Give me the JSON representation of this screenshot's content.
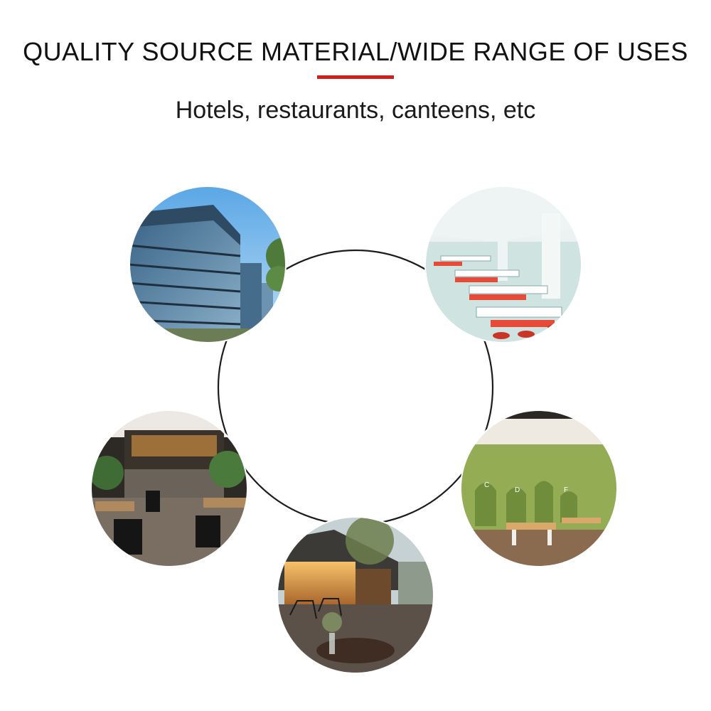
{
  "header": {
    "title": "QUALITY SOURCE MATERIAL/WIDE RANGE OF USES",
    "subtitle": "Hotels, restaurants, canteens, etc",
    "accent_color": "#d0201e"
  },
  "ring_color": "#1c1c1c",
  "photos": [
    {
      "icon": "office-building-photo"
    },
    {
      "icon": "canteen-hall-photo"
    },
    {
      "icon": "restaurant-bar-photo"
    },
    {
      "icon": "green-cafe-photo"
    },
    {
      "icon": "courtyard-cafe-photo"
    }
  ]
}
